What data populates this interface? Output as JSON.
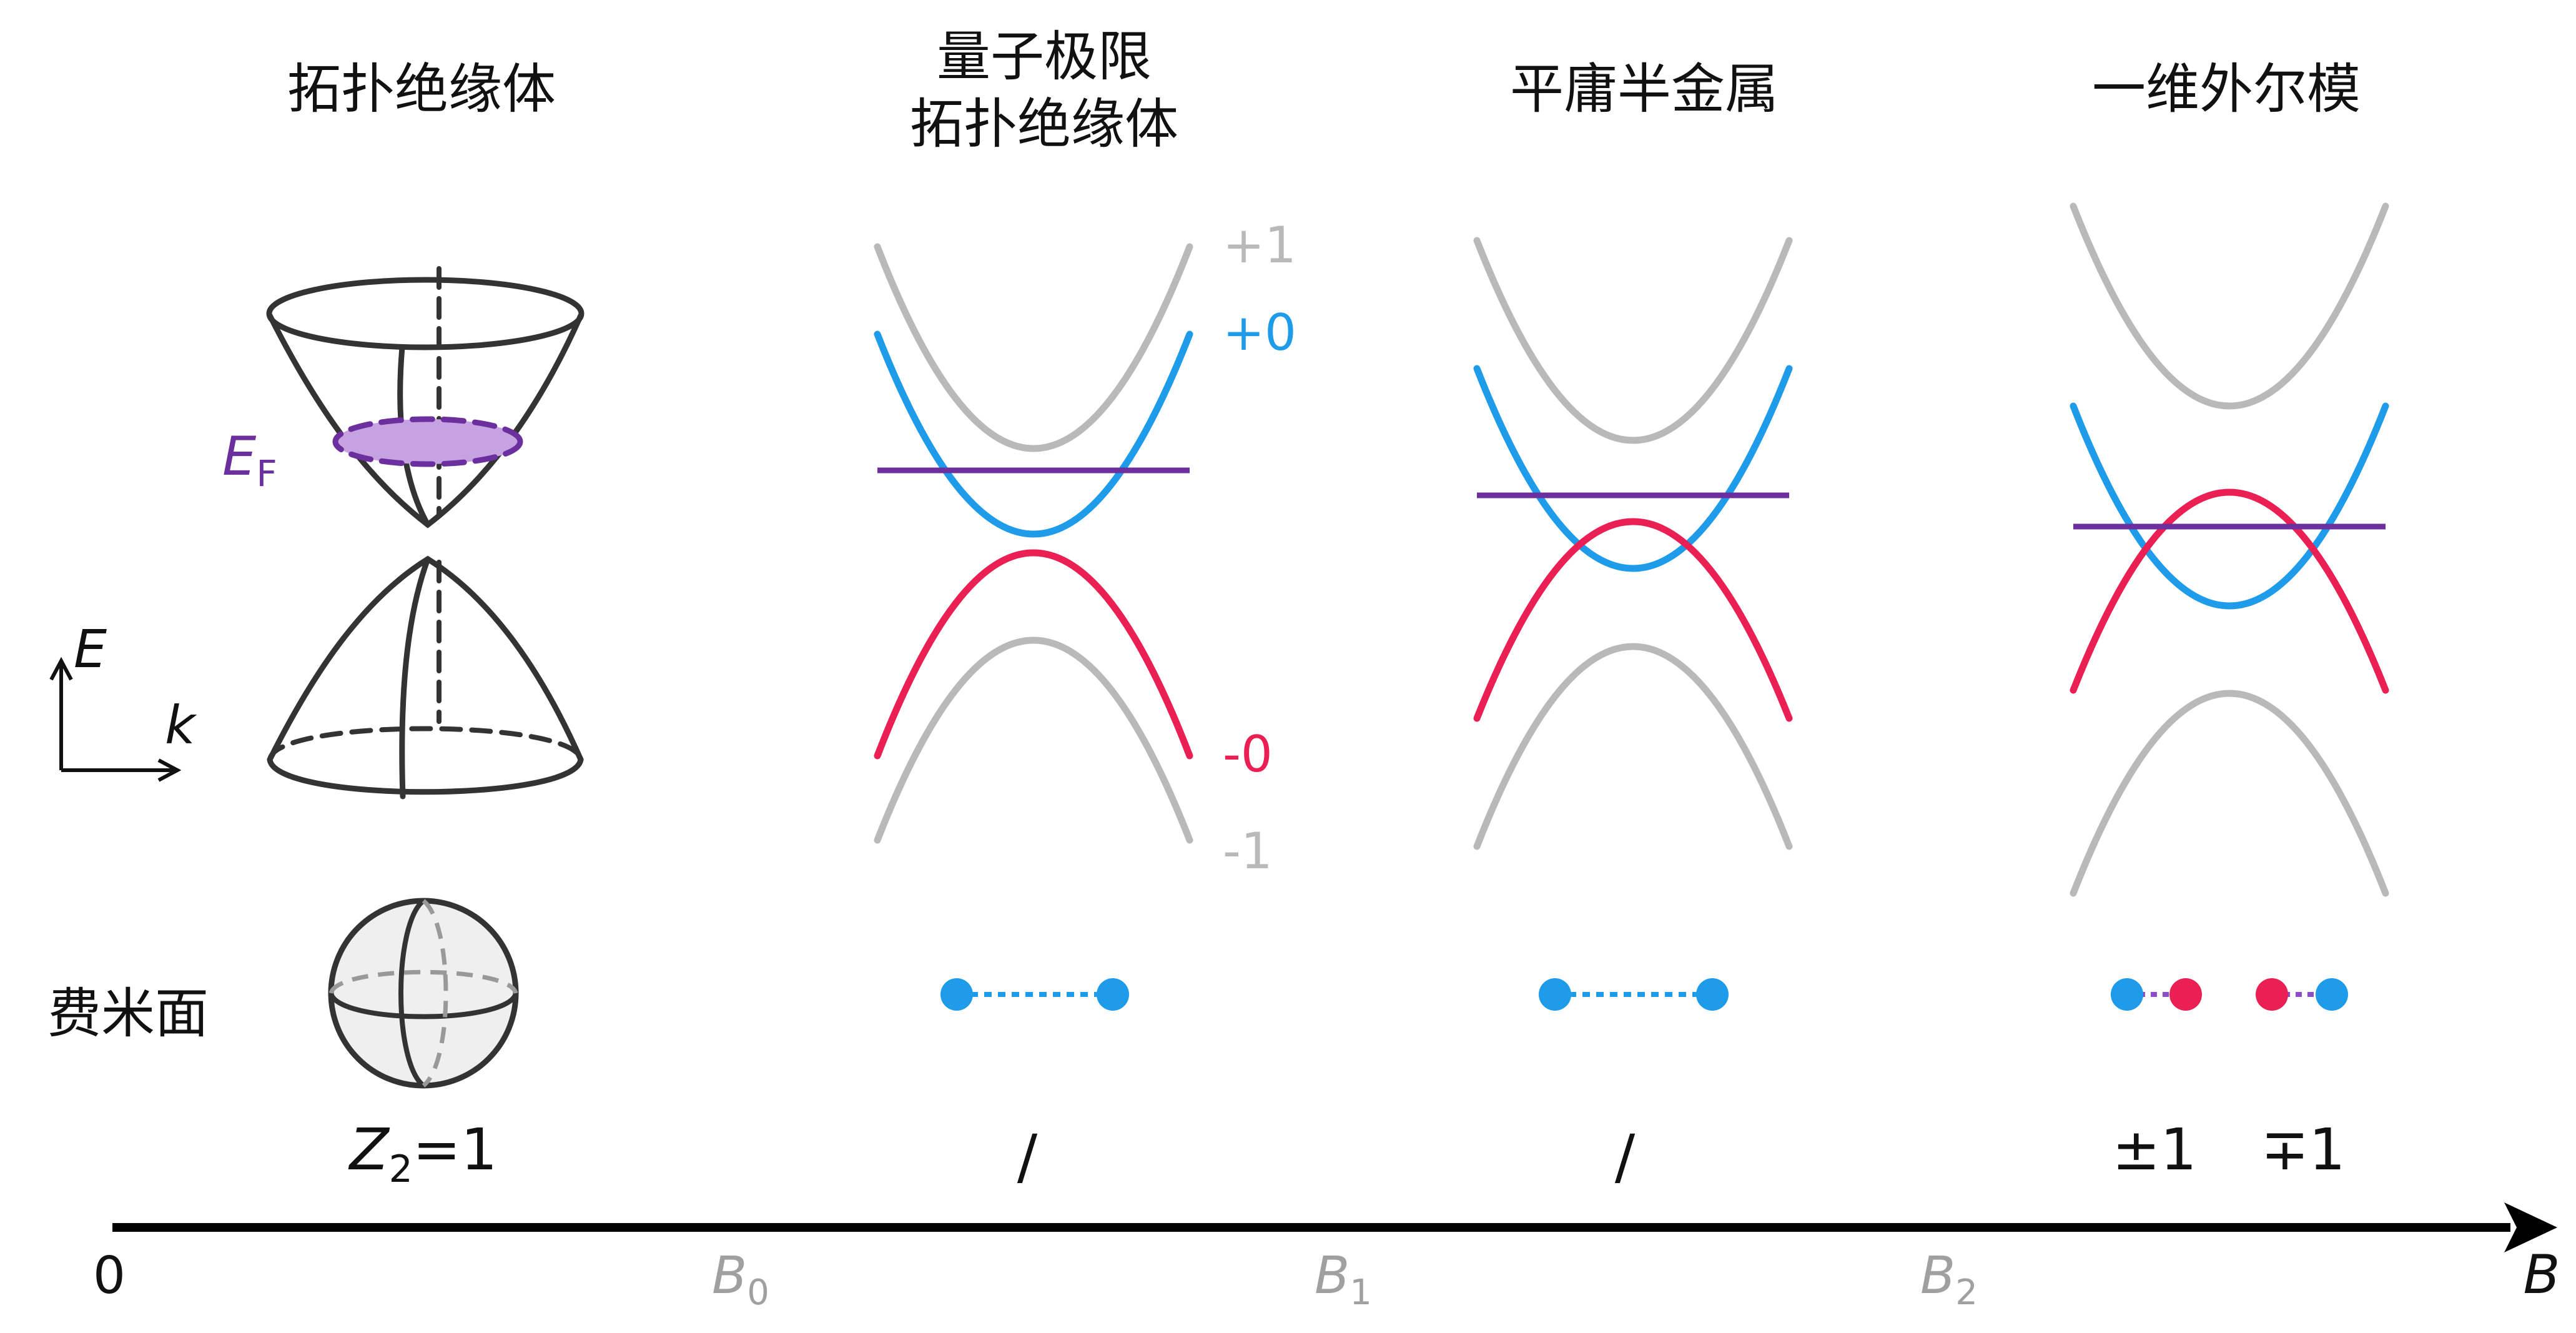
{
  "panels": {
    "ti": {
      "title": "拓扑绝缘体",
      "invariant": {
        "main": "Z",
        "sub": "2",
        "rest": "=1"
      }
    },
    "qlti": {
      "title_line1": "量子极限",
      "title_line2": "拓扑绝缘体",
      "invariant": "/"
    },
    "tsm": {
      "title": "平庸半金属",
      "invariant": "/"
    },
    "wm": {
      "title": "一维外尔模",
      "invariant_left": "±1",
      "invariant_right": "∓1"
    }
  },
  "band_labels": {
    "plus1": "+1",
    "plus0": "+0",
    "minus0": "-0",
    "minus1": "-1"
  },
  "fermi_level": {
    "main": "E",
    "sub": "F"
  },
  "axes_small": {
    "e": "E",
    "k": "k"
  },
  "fermi_surface_label": "费米面",
  "field_axis": {
    "origin": "0",
    "b0": {
      "main": "B",
      "sub": "0"
    },
    "b1": {
      "main": "B",
      "sub": "1"
    },
    "b2": {
      "main": "B",
      "sub": "2"
    },
    "end": "B"
  },
  "colors": {
    "gray_band": "#b9b9b9",
    "blue_band": "#1e9be9",
    "red_band": "#ea1f54",
    "fermi_line": "#6b2f9e",
    "fermi_fill": "#c7a2e3",
    "outline": "#333333",
    "sphere_fill": "#efefef",
    "tick_label": "#a0a0a0"
  }
}
